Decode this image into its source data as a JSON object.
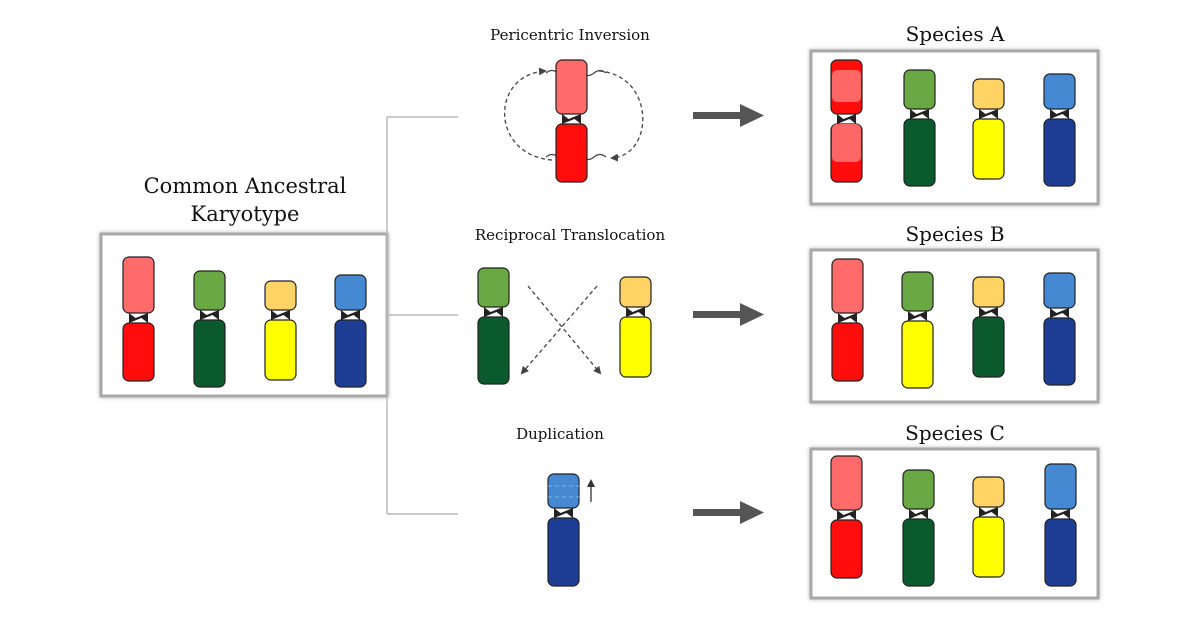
{
  "ancestral": {
    "title_line1": "Common Ancestral",
    "title_line2": "Karyotype"
  },
  "processes": {
    "inversion": "Pericentric Inversion",
    "translocation": "Reciprocal Translocation",
    "duplication": "Duplication"
  },
  "species": {
    "a": "Species A",
    "b": "Species B",
    "c": "Species C"
  },
  "colors": {
    "red_light": "#ff6b6b",
    "red": "#ff0d0d",
    "green_light": "#6aa843",
    "green_dark": "#0b5a2e",
    "yellow_light": "#ffd464",
    "yellow": "#ffff00",
    "blue_light": "#4589d2",
    "blue_dark": "#1e3d94",
    "centromere": "#222222",
    "box_border": "#a8a8a8",
    "arrow": "#555555"
  }
}
